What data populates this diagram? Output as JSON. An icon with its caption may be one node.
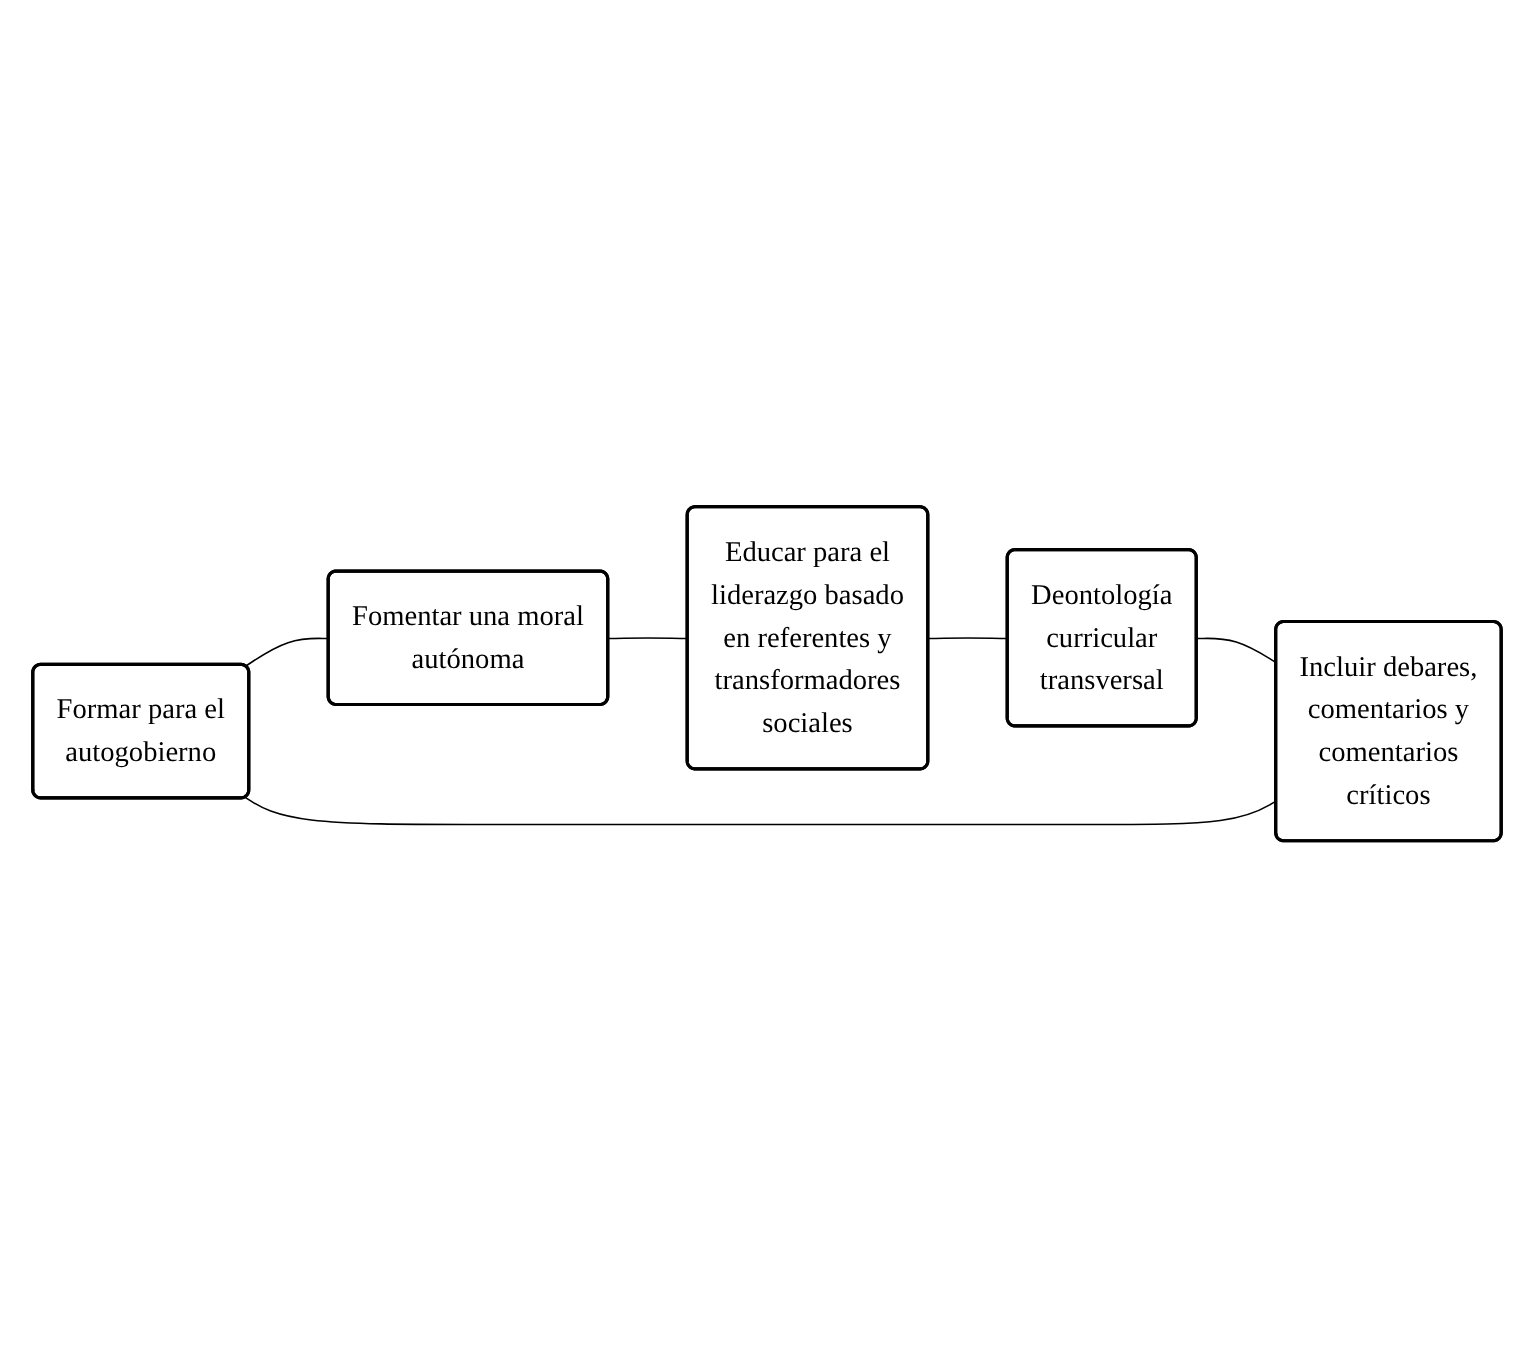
{
  "diagram": {
    "nodes": [
      {
        "text": [
          "Formar para el autogobierno"
        ]
      },
      {
        "text": [
          "Fomentar una moral autónoma"
        ]
      },
      {
        "text": [
          "Educar para el liderazgo basado en referentes y transformadores sociales"
        ]
      },
      {
        "text": [
          "Deontología curricular transversal"
        ]
      },
      {
        "text": [
          "Incluir debares, comentarios y comentarios críticos"
        ]
      }
    ],
    "edges": [
      {
        "from": 0,
        "to": 1,
        "arrow": "none"
      },
      {
        "from": 1,
        "to": 2,
        "arrow": "none"
      },
      {
        "from": 2,
        "to": 3,
        "arrow": "none"
      },
      {
        "from": 3,
        "to": 4,
        "arrow": "none"
      },
      {
        "from": 4,
        "to": 0,
        "arrow": "none"
      }
    ]
  }
}
